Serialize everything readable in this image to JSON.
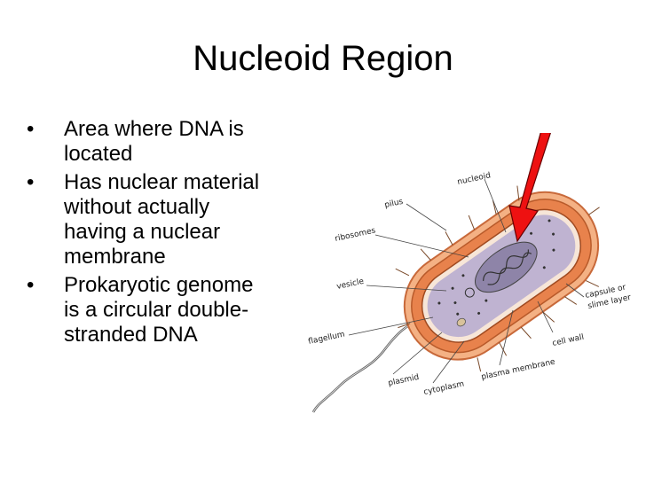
{
  "slide": {
    "title": "Nucleoid Region",
    "bullets": [
      {
        "marker": "•",
        "lines": [
          "Area where DNA is",
          "located"
        ]
      },
      {
        "marker": "•",
        "lines": [
          "Has nuclear material",
          "without actually",
          "having a nuclear",
          "membrane"
        ]
      },
      {
        "marker": "•",
        "lines": [
          "Prokaryotic genome",
          "is a circular double-",
          "stranded DNA"
        ]
      }
    ]
  },
  "diagram": {
    "labels": {
      "nucleoid": "nucleoid",
      "pilus": "pilus",
      "ribosomes": "ribosomes",
      "vesicle": "vesicle",
      "flagellum": "flagellum",
      "plasmid": "plasmid",
      "cytoplasm": "cytoplasm",
      "plasma_membrane": "plasma membrane",
      "cell_wall": "cell wall",
      "capsule_line1": "capsule or",
      "capsule_line2": "slime layer"
    },
    "colors": {
      "capsule": "#f0a070",
      "cell_wall": "#e8824c",
      "cytoplasm": "#b8a8c8",
      "arrow": "#ee1111"
    }
  }
}
